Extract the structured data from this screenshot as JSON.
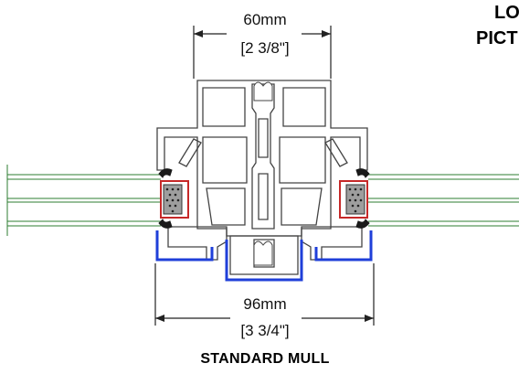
{
  "top_dimension": {
    "metric": "60mm",
    "imperial": "[2 3/8\"]"
  },
  "bottom_dimension": {
    "metric": "96mm",
    "imperial": "[3 3/4\"]"
  },
  "caption": "STANDARD MULL",
  "corner_title": {
    "line1": "LO",
    "line2": "PICT"
  },
  "colors": {
    "profile_outline": "#444444",
    "glass_lines": "#2e7d32",
    "gasket": "#1a1a1a",
    "spacer_red": "#c62828",
    "snap_bead": "#1f3fd9",
    "dimension_lines": "#222222"
  }
}
